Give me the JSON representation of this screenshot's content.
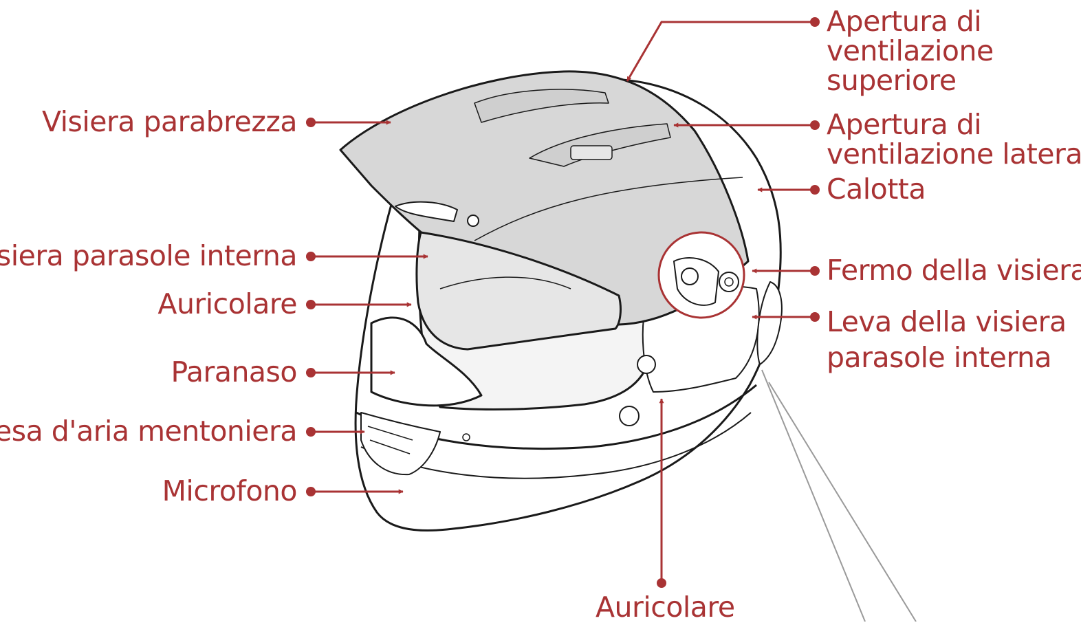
{
  "colors": {
    "label_red": "#a93334",
    "outline": "#1a1a1a",
    "visor_fill": "#d7d7d7",
    "inner_visor_fill": "#e6e6e6",
    "guide_gray": "#9a9a9a"
  },
  "labels": {
    "top_vent": [
      "Apertura di",
      "ventilazione",
      "superiore"
    ],
    "side_vent": [
      "Apertura di",
      "ventilazione laterale"
    ],
    "shell": "Calotta",
    "visor_latch": "Fermo della visiera",
    "sun_visor_lever": [
      "Leva della visiera",
      "parasole interna"
    ],
    "windshield_visor": "Visiera parabrezza",
    "inner_sun_visor": "Visiera parasole interna",
    "earpiece_left": "Auricolare",
    "nose_guard": "Paranaso",
    "chin_vent": "Presa d'aria mentoniera",
    "microphone": "Microfono",
    "earpiece_bottom": "Auricolare"
  }
}
